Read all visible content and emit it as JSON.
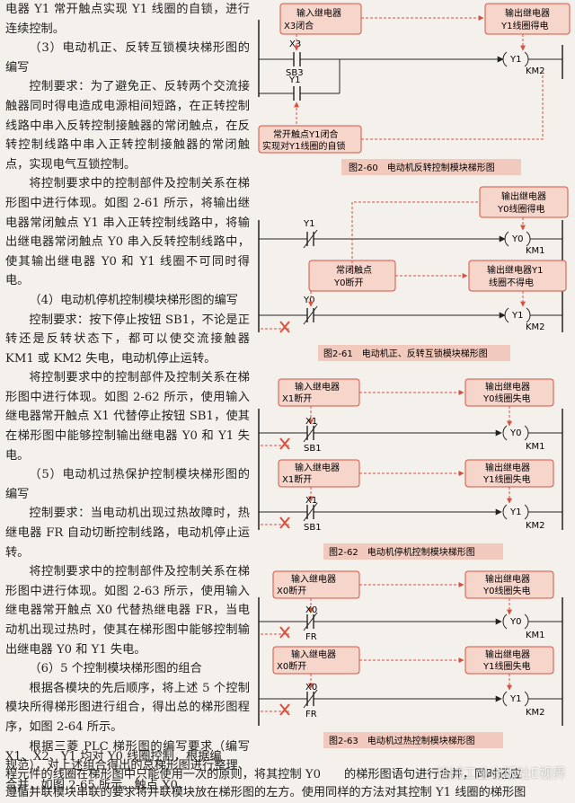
{
  "text": {
    "p1": "电器 Y1 常开触点实现 Y1 线圈的自锁，进行连续控制。",
    "h3": "（3）电动机正、反转互锁模块梯形图的编写",
    "p2": "控制要求：为了避免正、反转两个交流接触器同时得电造成电源相间短路，在正转控制线路中串入反转控制接触器的常闭触点，在反转控制线路中串入正转控制接触器的常闭触点，实现电气互锁控制。",
    "p3": "将控制要求中的控制部件及控制关系在梯形图中进行体现。如图 2-61 所示，将输出继电器常闭触点 Y1 串入正转控制线路中，将输出继电器常闭触点 Y0 串入反转控制线路中，使其输出继电器 Y0 和 Y1 线圈不可同时得电。",
    "h4": "（4）电动机停机控制模块梯形图的编写",
    "p4": "控制要求：按下停止按钮 SB1，不论是正转还是反转状态下，都可以使交流接触器 KM1 或 KM2 失电，电动机停止运转。",
    "p5": "将控制要求中的控制部件及控制关系在梯形图中进行体现。如图 2-62 所示，使用输入继电器常开触点 X1 代替停止按钮 SB1，使其在梯形图中能够控制输出继电器 Y0 和 Y1 失电。",
    "h5": "（5）电动机过热保护控制模块梯形图的编写",
    "p6": "控制要求：当电动机出现过热故障时，热继电器 FR 自动切断控制线路，电动机停止运转。",
    "p7": "将控制要求中的控制部件及控制关系在梯形图中进行体现。如图 2-63 所示，使用输入继电器常开触点 X0 代替热继电器 FR，当电动机出现过热时，使其在梯形图中能够控制输出继电器 Y0 和 Y1 失电。",
    "h6": "（6）5 个控制模块梯形图的组合",
    "p8": "根据各模块的先后顺序，将上述 5 个控制模块所得梯形图进行组合，得出总的梯形图程序，如图 2-64 所示。",
    "p9": "根据三菱 PLC 梯形图的编写要求（编写规范），对上述组合得出的总梯形图进行整理、合并，如图 2-65 所示。触点 X0、",
    "b1": "X1、X2、Y1 均对 Y0 线圈控制，根据编",
    "b2": "程元件的线圈在梯形图中只能使用一次的原则，将其控制 Y0",
    "b2b": "的梯形图语句进行合并，同时还应",
    "b3": "遵循并联模块串联的要求将并联模块放在梯形图的左方。使用同样的方法对其控制 Y1 线圈的梯形图"
  },
  "fig60": {
    "box_in": [
      "输入继电器",
      "X3闭合"
    ],
    "box_out": [
      "输出继电器",
      "Y1线圈得电"
    ],
    "box_self": [
      "常开触点Y1闭合",
      "实现对Y1线圈的自锁"
    ],
    "x3": "X3",
    "sb3": "SB3",
    "y1c": "Y1",
    "coil": "Y1",
    "km": "KM2",
    "caption": "图2-60　电动机反转控制模块梯形图"
  },
  "fig61": {
    "box_out0": [
      "输出继电器",
      "Y0线圈得电"
    ],
    "box_nc": [
      "常闭触点",
      "Y0断开"
    ],
    "box_out1": [
      "输出继电器Y1",
      "线圈不得电"
    ],
    "y1c": "Y1",
    "y0c": "Y0",
    "coil0": "Y0",
    "km1": "KM1",
    "coil1": "Y1",
    "km2": "KM2",
    "caption": "图2-61　电动机正、反转互锁模块梯形图"
  },
  "fig62": {
    "in_a": [
      "输入继电器",
      "X1断开"
    ],
    "out_a": [
      "输出继电器",
      "Y0线圈失电"
    ],
    "in_b": [
      "输入继电器",
      "X1断开"
    ],
    "out_b": [
      "输出继电器",
      "Y1线圈失电"
    ],
    "x1": "X1",
    "sb1": "SB1",
    "coil0": "Y0",
    "km1": "KM1",
    "coil1": "Y1",
    "km2": "KM2",
    "caption": "图2-62　电动机停机控制模块梯形图"
  },
  "fig63": {
    "in_a": [
      "输入继电器",
      "X0断开"
    ],
    "out_a": [
      "输出继电器",
      "Y0线圈失电"
    ],
    "in_b": [
      "输入继电器",
      "X0断开"
    ],
    "out_b": [
      "输出继电器",
      "Y1线圈失电"
    ],
    "x0": "X0",
    "fr": "FR",
    "coil0": "Y0",
    "km1": "KM1",
    "coil1": "Y1",
    "km2": "KM2",
    "caption": "图2-63　电动机过热控制模块梯形图"
  },
  "watermark": "机械工业出版社E视界",
  "colors": {
    "accent": "#d8513f",
    "box_fill": "#f6d5cb",
    "caption_bg": "#f2c9bd",
    "page": "#f4f1ec"
  }
}
